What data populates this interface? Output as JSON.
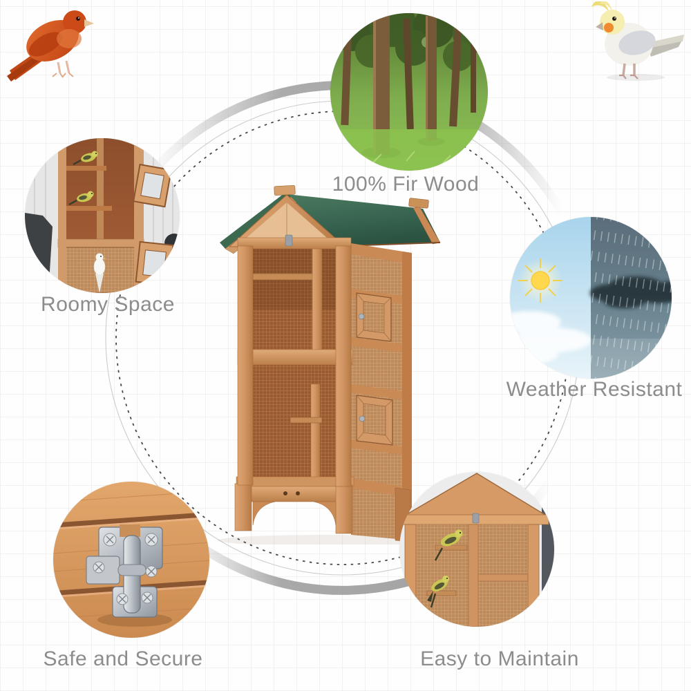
{
  "meta": {
    "type": "product feature infographic",
    "subject": "wooden outdoor bird cage aviary with green roof"
  },
  "features": [
    {
      "id": "fir_wood",
      "label": "100% Fir Wood",
      "image": "fir-forest-photo"
    },
    {
      "id": "roomy_space",
      "label": "Roomy Space",
      "image": "cage-interior-with-birds-photo"
    },
    {
      "id": "weather_resistant",
      "label": "Weather Resistant",
      "image": "half-sun-half-rain-photo"
    },
    {
      "id": "safe_secure",
      "label": "Safe and Secure",
      "image": "metal-latch-on-wood-photo"
    },
    {
      "id": "easy_maintain",
      "label": "Easy to Maintain",
      "image": "cage-front-mesh-with-birds-photo"
    }
  ],
  "decor_birds": [
    {
      "id": "canary",
      "desc": "orange canary perched, top left"
    },
    {
      "id": "cockatiel",
      "desc": "white cockatiel with yellow crest, top right"
    }
  ],
  "colors": {
    "label_text": "#8c8c8c",
    "wood": "#cf9462",
    "wood_dark": "#a06a3c",
    "roof_green": "#3c6950",
    "mesh_tan": "#bd8a5c",
    "dashed_circle": "#474747",
    "thin_circle": "#cccccc",
    "ribbon": "#a6a6a6"
  }
}
